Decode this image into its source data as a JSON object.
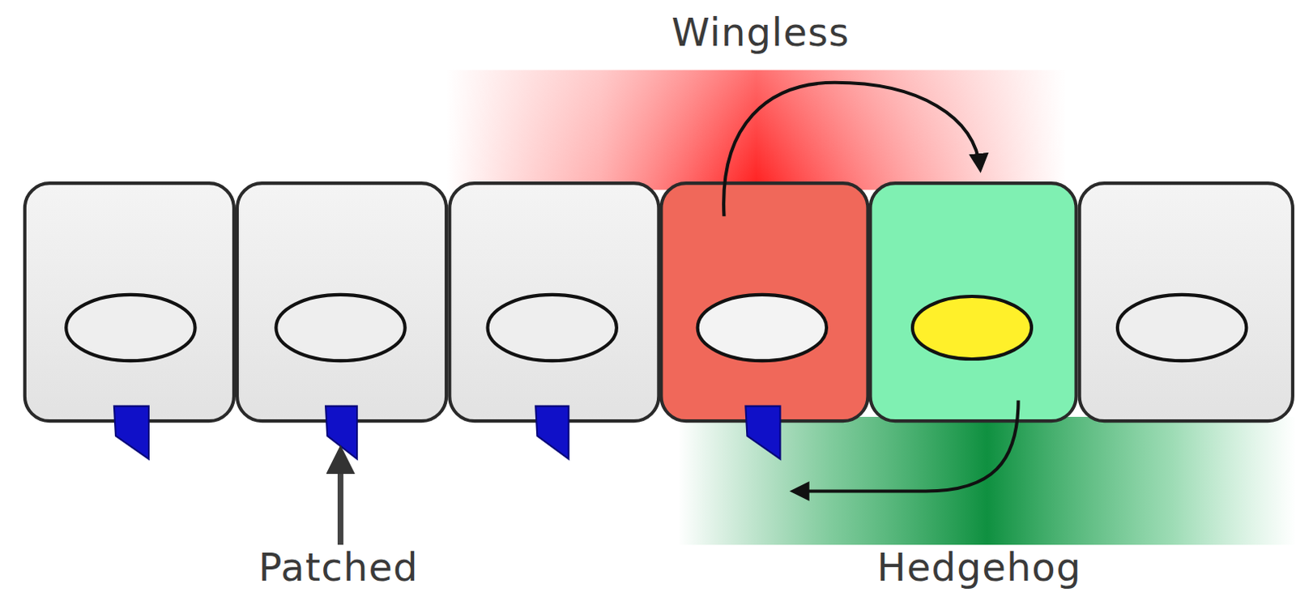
{
  "diagram": {
    "labels": [
      "Wingless",
      "Patched",
      "Hedgehog"
    ]
  }
}
